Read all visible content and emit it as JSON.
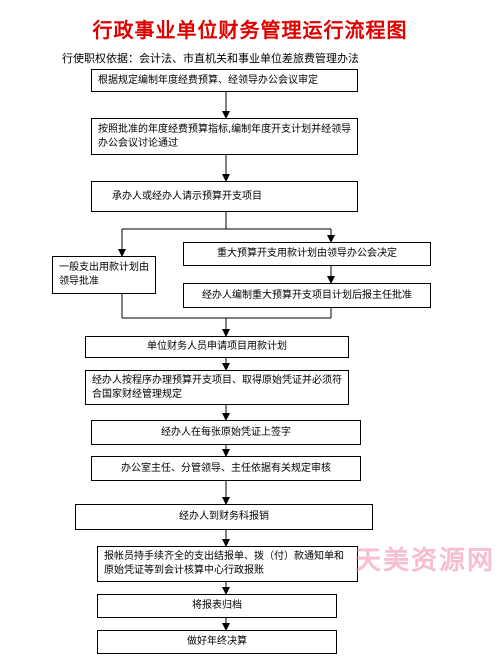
{
  "title": "行政事业单位财务管理运行流程图",
  "basis": "行使职权依据：会计法、市直机关和事业单位差旅费管理办法",
  "steps": {
    "s1": "根据规定编制年度经费预算、经领导办公会议审定",
    "s2": "按照批准的年度经费预算指标,编制年度开支计划并经领导办公会议讨论通过",
    "s3": "承办人或经办人请示预算开支项目",
    "s4a": "一般支出用款计划由领导批准",
    "s4b": "重大预算开支用款计划由领导办公会决定",
    "s5": "经办人编制重大预算开支项目计划后报主任批准",
    "s6": "单位财务人员申请项目用款计划",
    "s7": "经办人按程序办理预算开支项目、取得原始凭证并必须符合国家财经管理规定",
    "s8": "经办人在每张原始凭证上签字",
    "s9": "办公室主任、分管领导、主任依据有关规定审核",
    "s10": "经办人到财务科报销",
    "s11": "报帐员持手续齐全的支出结报单、拨（付）款通知单和原始凭证等到会计核算中心行政报账",
    "s12": "将报表归档",
    "s13": "做好年终决算"
  },
  "watermark": "天美资源网",
  "colors": {
    "title": "#e00000",
    "watermark": "#f08aa8"
  }
}
